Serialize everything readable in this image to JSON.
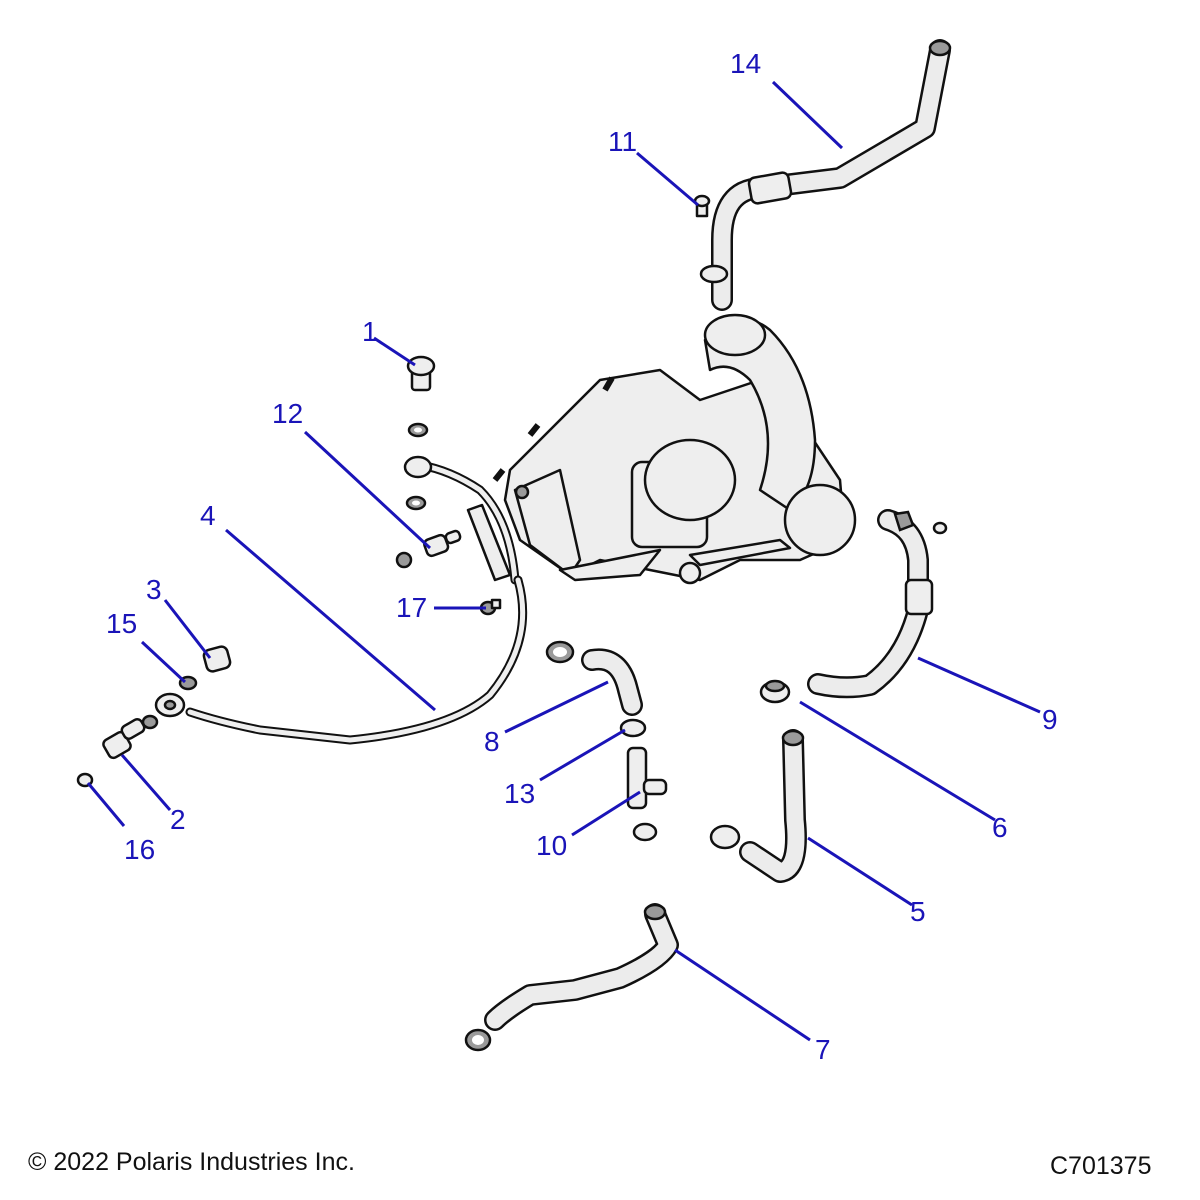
{
  "diagram": {
    "title": "Turbocharger Oil and Coolant Lines",
    "callouts": [
      "1",
      "2",
      "3",
      "4",
      "5",
      "6",
      "7",
      "8",
      "9",
      "10",
      "11",
      "12",
      "13",
      "14",
      "15",
      "16",
      "17"
    ],
    "copyright": "© 2022 Polaris Industries Inc.",
    "drawing_number": "C701375",
    "callout_color": "#1a14b8"
  }
}
